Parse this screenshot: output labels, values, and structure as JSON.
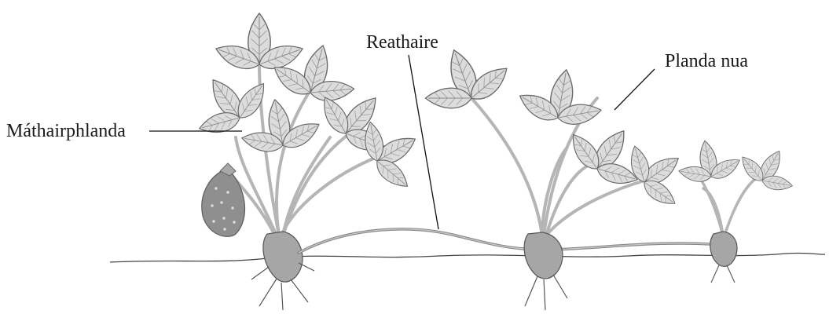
{
  "diagram": {
    "labels": {
      "mother_plant": "Máthairphlanda",
      "runner": "Reathaire",
      "new_plant": "Planda nua"
    }
  },
  "colors": {
    "leaf_fill": "#d9d9d9",
    "leaf_stroke": "#6b6b6b",
    "stem": "#b5b5b5",
    "crown": "#a6a6a6",
    "fruit": "#8f8f8f",
    "soil_line": "#444444",
    "label_line": "#111111"
  }
}
